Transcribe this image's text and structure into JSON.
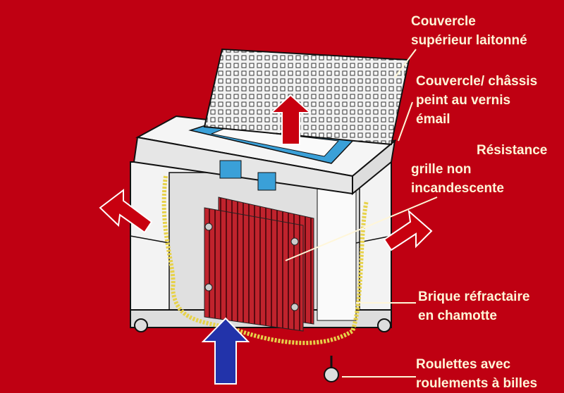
{
  "labels": {
    "lid": [
      "Couvercle",
      "supérieur laitonné"
    ],
    "chassis": [
      "Couvercle/ châssis",
      "peint au vernis",
      "émail"
    ],
    "resistance": [
      "Résistance",
      "grille non",
      "incandescente"
    ],
    "brick": [
      "Brique réfractaire",
      "en chamotte"
    ],
    "wheels": [
      "Roulettes avec",
      "roulements à billes"
    ]
  },
  "colors": {
    "background": "#bf0012",
    "text": "#fff6d8",
    "heat_arrow": "#c8000f",
    "cold_arrow": "#2233aa"
  }
}
